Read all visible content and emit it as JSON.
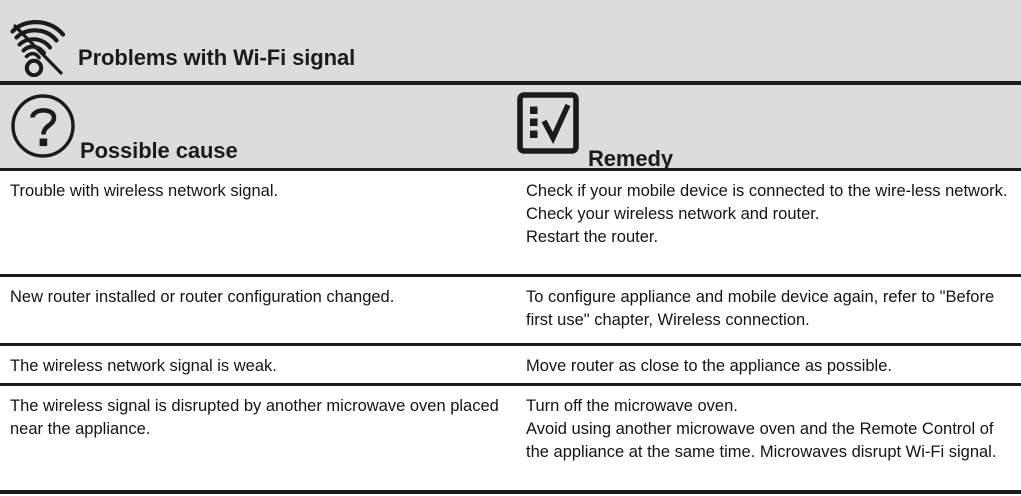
{
  "colors": {
    "header_background": "#dcdcdc",
    "page_background": "#ffffff",
    "rule": "#1b1b1b",
    "text": "#141414",
    "heading_text": "#1b1b1b"
  },
  "title_bar": {
    "icon": "wifi-no-signal-icon",
    "title": "Problems with Wi-Fi signal"
  },
  "table": {
    "columns": [
      {
        "icon": "question-mark-circle-icon",
        "label": "Possible cause"
      },
      {
        "icon": "checklist-checkmark-icon",
        "label": "Remedy"
      }
    ],
    "rows": [
      {
        "cause": [
          "Trouble with wireless network signal."
        ],
        "remedy": [
          "Check if your mobile device is connected to the wire-less network.",
          "Check your wireless network and router.",
          "Restart the router."
        ]
      },
      {
        "cause": [
          "New router installed or router configuration changed."
        ],
        "remedy": [
          "To configure appliance and mobile device again, refer to \"Before first use\" chapter, Wireless connection."
        ]
      },
      {
        "cause": [
          "The wireless network signal is weak."
        ],
        "remedy": [
          "Move router as close to the appliance as possible."
        ]
      },
      {
        "cause": [
          "The wireless signal is disrupted by another microwave oven placed near the appliance."
        ],
        "remedy": [
          "Turn off the microwave oven.",
          "Avoid using another microwave oven and the Remote Control of the appliance at the same time. Microwaves disrupt Wi-Fi signal."
        ]
      }
    ]
  }
}
